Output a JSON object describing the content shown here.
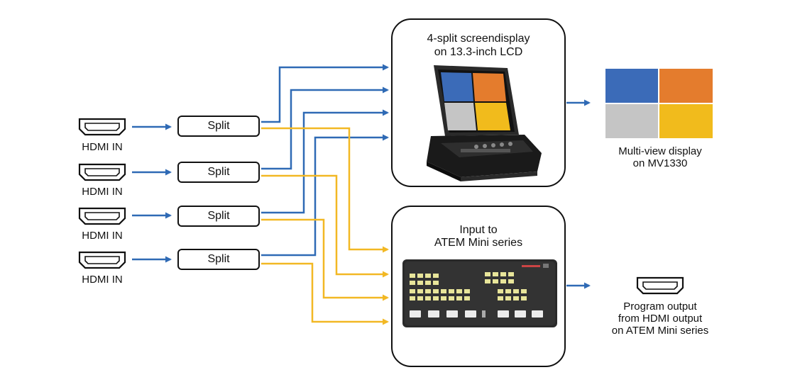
{
  "inputs": [
    {
      "label": "HDMI IN",
      "split_label": "Split"
    },
    {
      "label": "HDMI IN",
      "split_label": "Split"
    },
    {
      "label": "HDMI IN",
      "split_label": "Split"
    },
    {
      "label": "HDMI IN",
      "split_label": "Split"
    }
  ],
  "lcd_box": {
    "title_line1": "4-split screendisplay",
    "title_line2": "on 13.3-inch LCD"
  },
  "atem_box": {
    "title_line1": "Input to",
    "title_line2": "ATEM Mini series"
  },
  "multiview": {
    "label_line1": "Multi-view display",
    "label_line2": "on MV1330"
  },
  "program_output": {
    "line1": "Program output",
    "line2": "from HDMI output",
    "line3": "on ATEM Mini series"
  },
  "colors": {
    "blue_line": "#2f6ab5",
    "yellow_line": "#f2b824",
    "quad_blue": "#3b6bb8",
    "quad_orange": "#e47c2d",
    "quad_gray": "#c5c5c5",
    "quad_yellow": "#f1bb1c"
  },
  "icons": [
    "hdmi-port-icon",
    "arrow-right-icon",
    "laptop-lcd-monitor-icon",
    "atem-mini-switcher-icon"
  ]
}
